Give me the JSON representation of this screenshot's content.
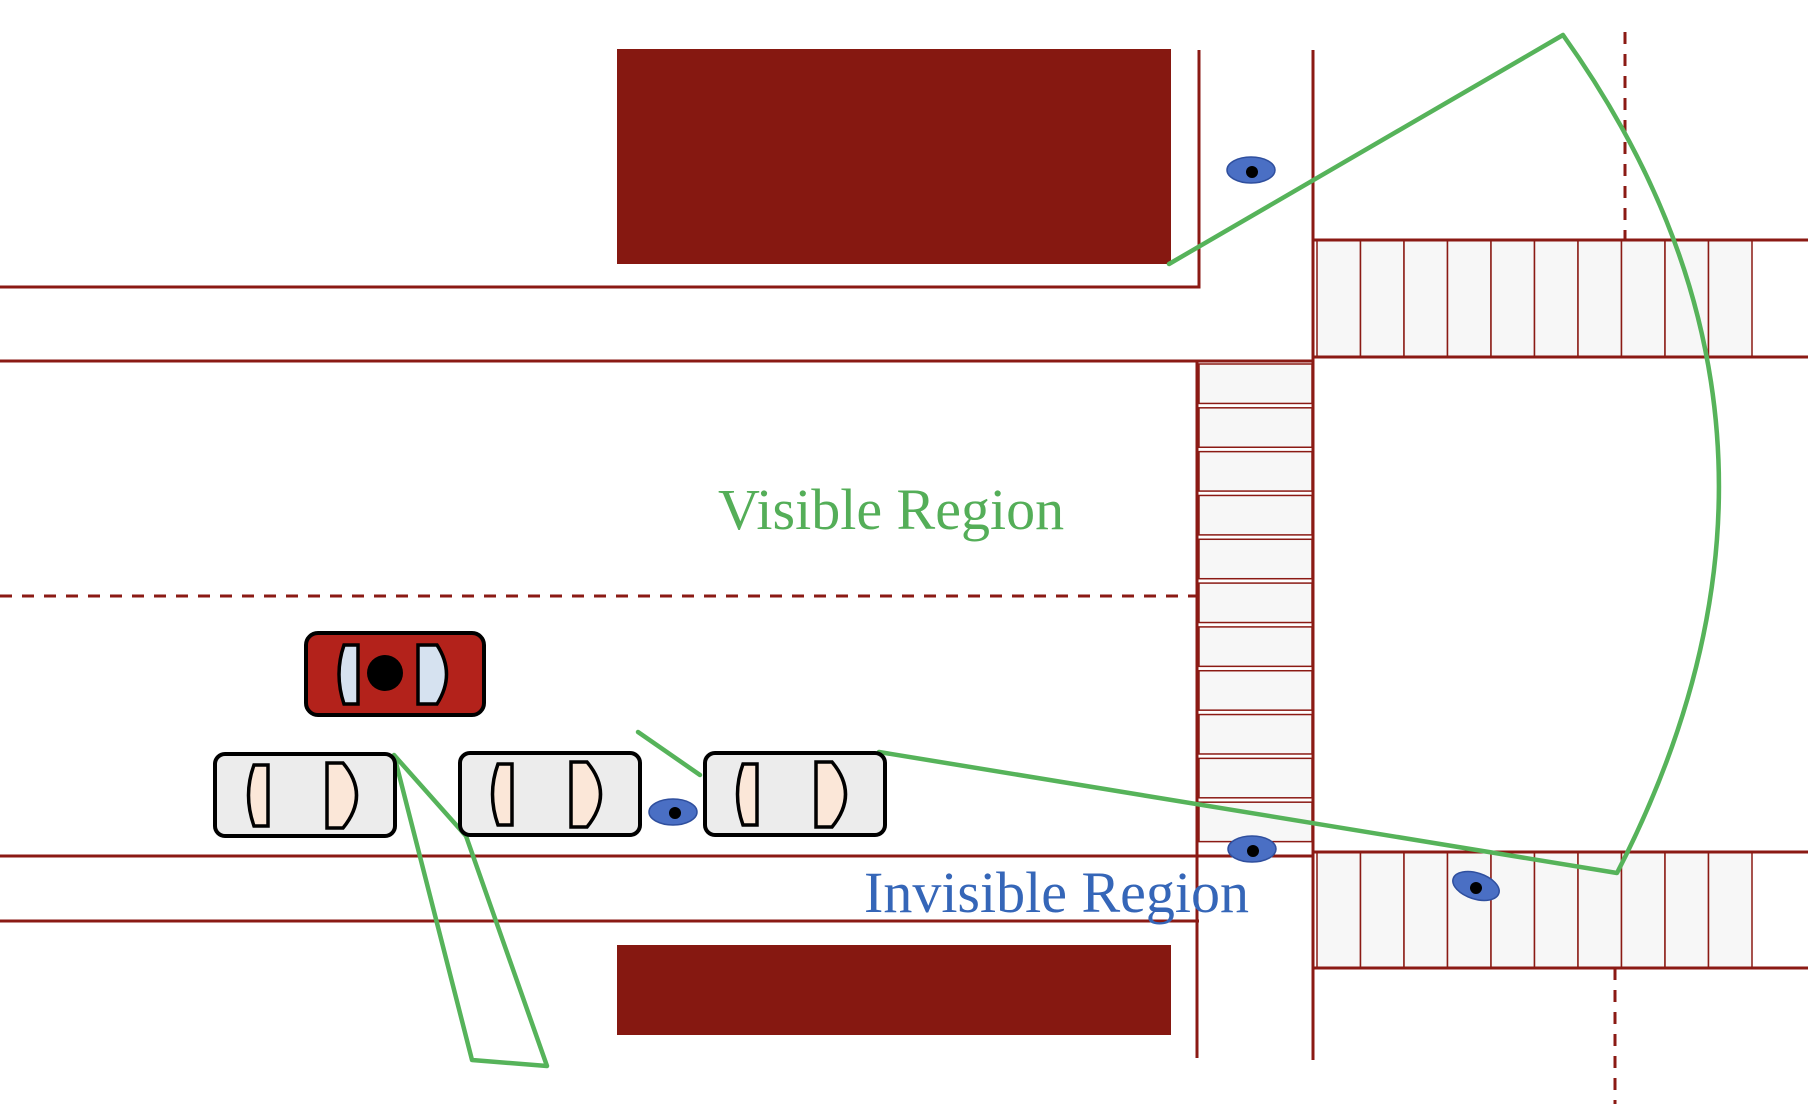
{
  "labels": {
    "visible_region": "Visible Region",
    "invisible_region": "Invisible Region"
  },
  "colors": {
    "road_line": "#8b1a14",
    "building": "#861811",
    "fov_outline": "#56b35a",
    "ego_vehicle": "#b3221b",
    "parked_vehicle": "#ececec",
    "pedestrian": "#4a6fc4",
    "visible_label": "#54ae58",
    "invisible_label": "#3566b8"
  },
  "icons": {
    "ego_vehicle": "red-car-icon",
    "parked_vehicle": "grey-car-icon",
    "pedestrian": "pedestrian-icon"
  },
  "entities": {
    "ego_vehicle_count": 1,
    "parked_vehicle_count": 3,
    "pedestrian_count": 4,
    "building_count": 2,
    "crosswalk_count": 3
  }
}
